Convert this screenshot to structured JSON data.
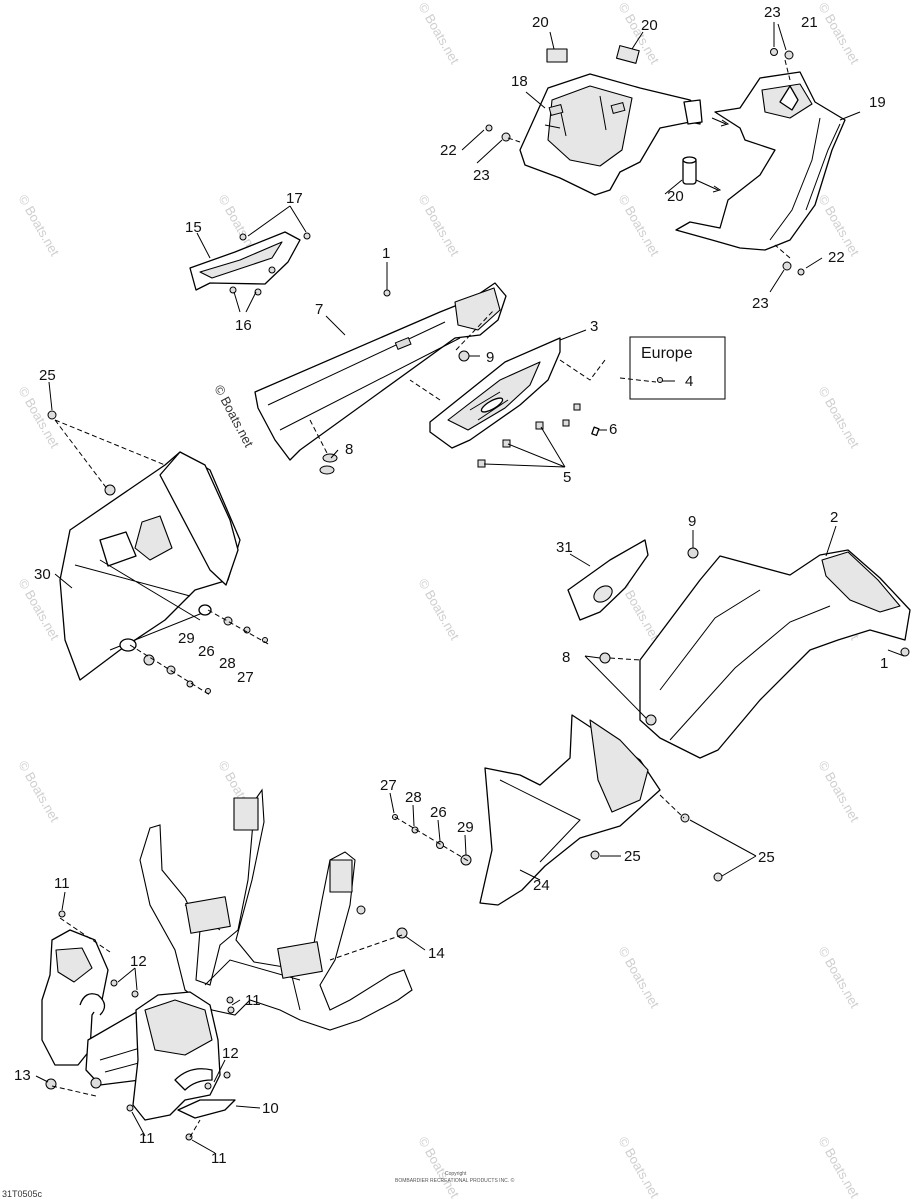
{
  "diagram": {
    "callouts": [
      "1",
      "2",
      "3",
      "4",
      "5",
      "6",
      "7",
      "8",
      "9",
      "10",
      "11",
      "12",
      "13",
      "14",
      "15",
      "16",
      "17",
      "18",
      "19",
      "20",
      "21",
      "22",
      "23",
      "24",
      "25",
      "26",
      "27",
      "28",
      "29",
      "30",
      "31"
    ],
    "region_box_label": "Europe",
    "watermark": "© Boats.net",
    "drawing_code": "31T0505c",
    "copyright_title": "Copyright",
    "copyright_text": "BOMBARDIER RECREATIONAL PRODUCTS INC. ©"
  }
}
